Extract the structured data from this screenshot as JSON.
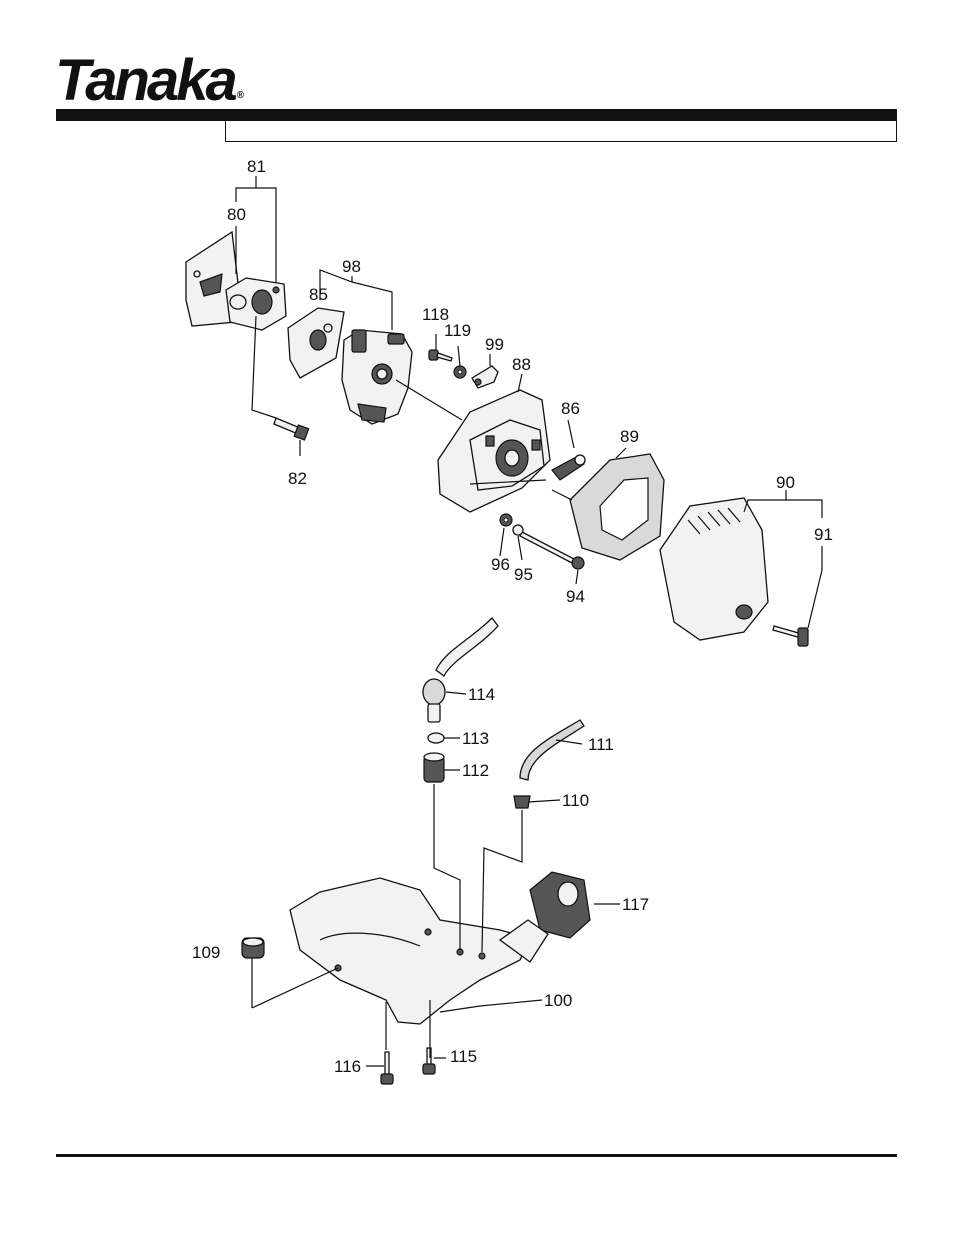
{
  "brand": {
    "logo_text": "Tanaka",
    "registered_mark": "®"
  },
  "header": {
    "title": ""
  },
  "diagram": {
    "labels": {
      "p80": "80",
      "p81": "81",
      "p82": "82",
      "p85": "85",
      "p86": "86",
      "p88": "88",
      "p89": "89",
      "p90": "90",
      "p91": "91",
      "p94": "94",
      "p95": "95",
      "p96": "96",
      "p98": "98",
      "p99": "99",
      "p100": "100",
      "p109": "109",
      "p110": "110",
      "p111": "111",
      "p112": "112",
      "p113": "113",
      "p114": "114",
      "p115": "115",
      "p116": "116",
      "p117": "117",
      "p118": "118",
      "p119": "119"
    }
  }
}
